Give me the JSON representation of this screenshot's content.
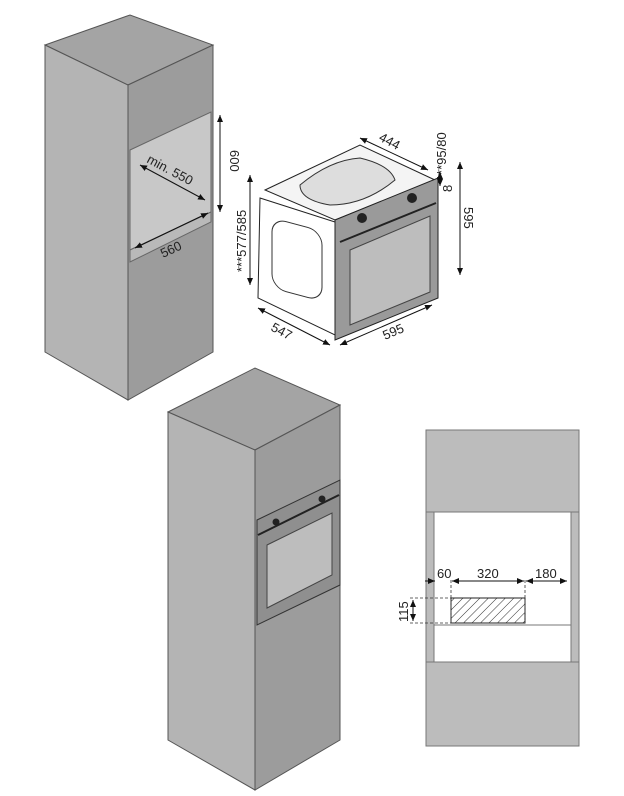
{
  "title": "Built-in oven installation dimensions",
  "units": "mm",
  "tall_cabinet_niche": {
    "min_depth": "min. 550",
    "height": "600",
    "width": "560"
  },
  "oven": {
    "top_depth": "444",
    "panel_offset": "***95/80",
    "top_gap": "8",
    "front_height": "595",
    "body_height": "***577/585",
    "depth": "547",
    "width": "595"
  },
  "ventilation_opening": {
    "left": "60",
    "width": "320",
    "right": "180",
    "height": "115"
  }
}
